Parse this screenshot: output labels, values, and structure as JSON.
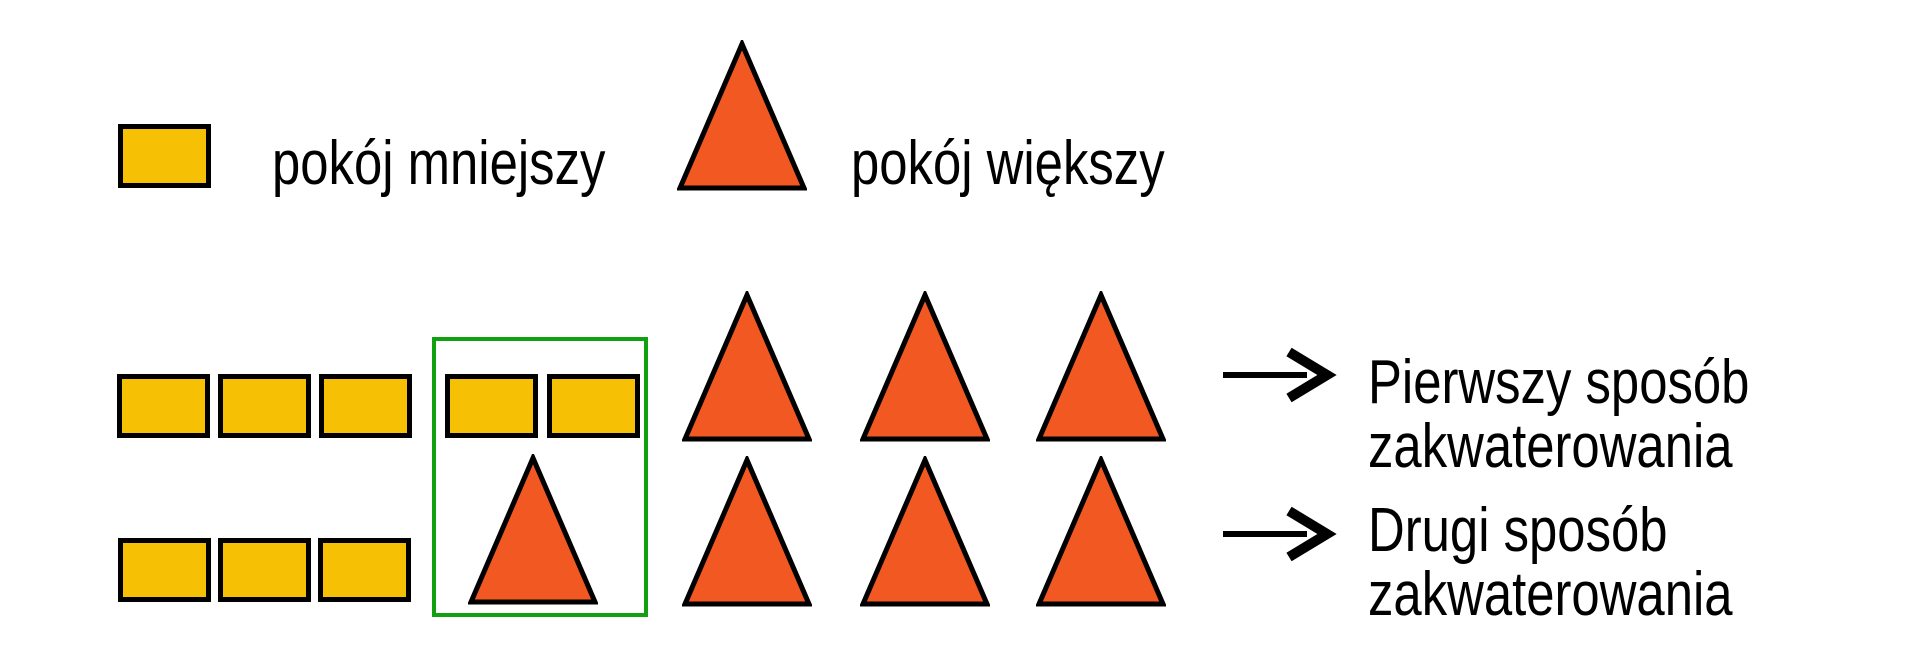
{
  "legend": {
    "items": [
      {
        "symbol": "small-room-rectangle",
        "label": "pokój mniejszy"
      },
      {
        "symbol": "large-room-triangle",
        "label": "pokój większy"
      }
    ]
  },
  "rows": [
    {
      "name": "first-accommodation",
      "small_rooms_outside": 3,
      "highlighted_small_rooms": 2,
      "large_rooms": 3,
      "label_line1": "Pierwszy sposób",
      "label_line2": "zakwaterowania"
    },
    {
      "name": "second-accommodation",
      "small_rooms_outside": 3,
      "highlighted_large_rooms": 1,
      "large_rooms": 3,
      "label_line1": "Drugi sposób",
      "label_line2": "zakwaterowania"
    }
  ],
  "highlight": {
    "meaning": "equivalence-of-2-small-rooms-and-1-large-room"
  },
  "colors": {
    "small_room": "#f6c004",
    "large_room": "#f25922",
    "outline": "#000000",
    "highlight_box": "#10a010",
    "text": "#000000",
    "background": "#ffffff"
  }
}
